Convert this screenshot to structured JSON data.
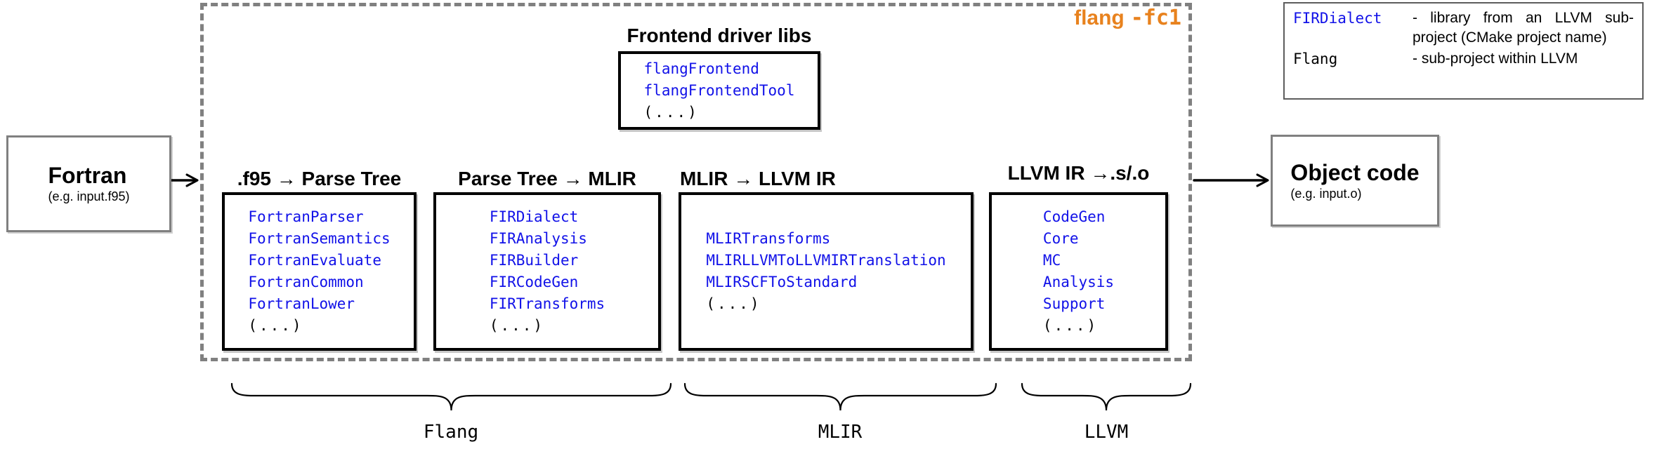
{
  "diagram": {
    "colors": {
      "accent_orange": "#E8821E",
      "library_blue": "#1111E8",
      "border_gray": "#808080"
    },
    "input_box": {
      "title": "Fortran",
      "subtitle": "(e.g. input.f95)"
    },
    "output_box": {
      "title": "Object code",
      "subtitle": "(e.g. input.o)"
    },
    "driver_label": {
      "command": "flang",
      "flag": "-fc1"
    },
    "frontend_box": {
      "title": "Frontend driver libs",
      "libraries": [
        "flangFrontend",
        "flangFrontendTool"
      ],
      "more": "(...)"
    },
    "stages": [
      {
        "header": ".f95 → Parse Tree",
        "libraries": [
          "FortranParser",
          "FortranSemantics",
          "FortranEvaluate",
          "FortranCommon",
          "FortranLower"
        ],
        "more": "(...)"
      },
      {
        "header": "Parse Tree → MLIR",
        "libraries": [
          "FIRDialect",
          "FIRAnalysis",
          "FIRBuilder",
          "FIRCodeGen",
          "FIRTransforms"
        ],
        "more": "(...)"
      },
      {
        "header": "MLIR → LLVM IR",
        "libraries": [
          "MLIRTransforms",
          "MLIRLLVMToLLVMIRTranslation",
          "MLIRSCFToStandard"
        ],
        "more": "(...)"
      },
      {
        "header": "LLVM IR →.s/.o",
        "libraries": [
          "CodeGen",
          "Core",
          "MC",
          "Analysis",
          "Support"
        ],
        "more": "(...)"
      }
    ],
    "groups": [
      {
        "label": "Flang"
      },
      {
        "label": "MLIR"
      },
      {
        "label": "LLVM"
      }
    ],
    "legend": {
      "rows": [
        {
          "term": "FIRDialect",
          "definition": "- library from an LLVM sub-project (CMake project name)"
        },
        {
          "term": "Flang",
          "definition": "- sub-project within LLVM"
        }
      ]
    }
  }
}
